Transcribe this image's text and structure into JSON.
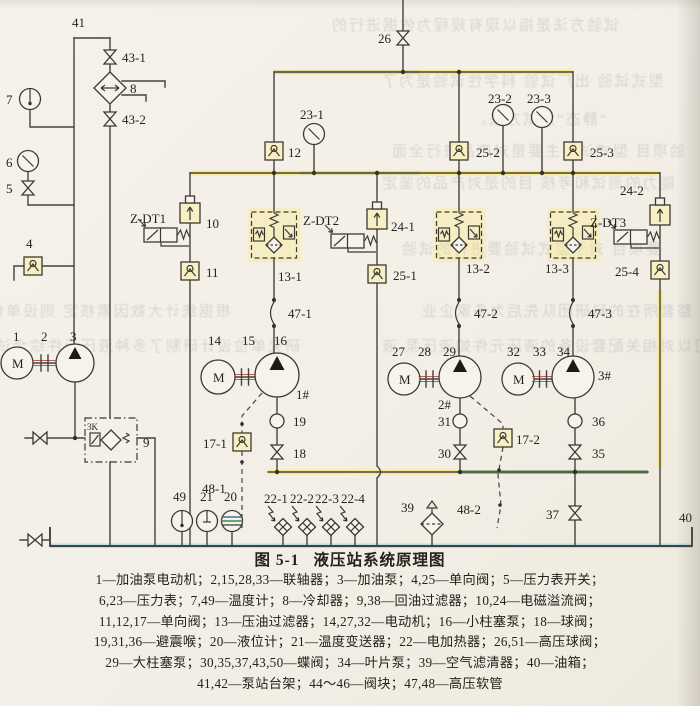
{
  "figure": {
    "caption_label": "图 5-1",
    "caption_title": "液压站系统原理图"
  },
  "legend_lines": [
    "1—加油泵电动机；2,15,28,33—联轴器；3—加油泵；4,25—单向阀；5—压力表开关；",
    "6,23—压力表；7,49—温度计；8—冷却器；9,38—回油过滤器；10,24—电磁溢流阀；",
    "11,12,17—单向阀；13—压油过滤器；14,27,32—电动机；16—小柱塞泵；18—球阀；",
    "19,31,36—避震喉；20—液位计；21—温度变送器；22—电加热器；26,51—高压球阀；",
    "29—大柱塞泵；30,35,37,43,50—蝶阀；34—叶片泵；39—空气滤清器；40—油箱；",
    "41,42—泵站台架；44～46—阀块；47,48—高压软管"
  ],
  "labels": {
    "n41": "41",
    "n43_1": "43-1",
    "n8": "8",
    "n43_2": "43-2",
    "n7": "7",
    "n6": "6",
    "n5": "5",
    "n4": "4",
    "n26": "26",
    "n23_1": "23-1",
    "n23_2": "23-2",
    "n23_3": "23-3",
    "n12": "12",
    "n25_1": "25-1",
    "n25_2": "25-2",
    "n25_3": "25-3",
    "n25_4": "25-4",
    "zdt1": "Z-DT1",
    "zdt2": "Z-DT2",
    "zdt3": "Z-DT3",
    "n10": "10",
    "n24_1": "24-1",
    "n24_2": "24-2",
    "n11": "11",
    "n13_1": "13-1",
    "n13_2": "13-2",
    "n13_3": "13-3",
    "n47_1": "47-1",
    "n47_2": "47-2",
    "n47_3": "47-3",
    "n1": "1",
    "n2": "2",
    "n3": "3",
    "n14": "14",
    "n15": "15",
    "n16": "16",
    "p1": "1#",
    "n27": "27",
    "n28": "28",
    "n29": "29",
    "p2": "2#",
    "n32": "32",
    "n33": "33",
    "n34": "34",
    "p3": "3#",
    "n9": "9",
    "n3k": "3K",
    "n17_1": "17-1",
    "n17_2": "17-2",
    "n19": "19",
    "n18": "18",
    "n31": "31",
    "n30": "30",
    "n36": "36",
    "n35": "35",
    "n37": "37",
    "n48_1": "48-1",
    "n48_2": "48-2",
    "n49": "49",
    "n21": "21",
    "n20": "20",
    "n22_1": "22-1",
    "n22_2": "22-2",
    "n22_3": "22-3",
    "n22_4": "22-4",
    "n39": "39",
    "n40": "40",
    "m": "M"
  },
  "colors": {
    "line": "#45423c",
    "paper": "#f4f1ea",
    "highlight_yellow": "#ffe34d",
    "highlight_green": "#5a9a52",
    "highlight_blue": "#7fb2e5",
    "highlight_cyan": "#7fd4ee"
  },
  "bleedthrough": [
    "试验方法是指以现有规程为依据进行的",
    "“静态”测试方法。",
    "型式试验 出厂试验 科学性试验是为了",
    "验项目 型式试验主要是对产品进行全面",
    "能力的测试和考核 目的是对产品的鉴定",
    "要项目 对于型式试验要进行的试验",
    "根据统计大数因素核定 则设单位为",
    "研究单位设计研制了多种液压元件综合试验台",
    "整套所在的科研团队先后为多家企业",
    "可以对相关配套设备的液压元件如液压泵 液"
  ]
}
